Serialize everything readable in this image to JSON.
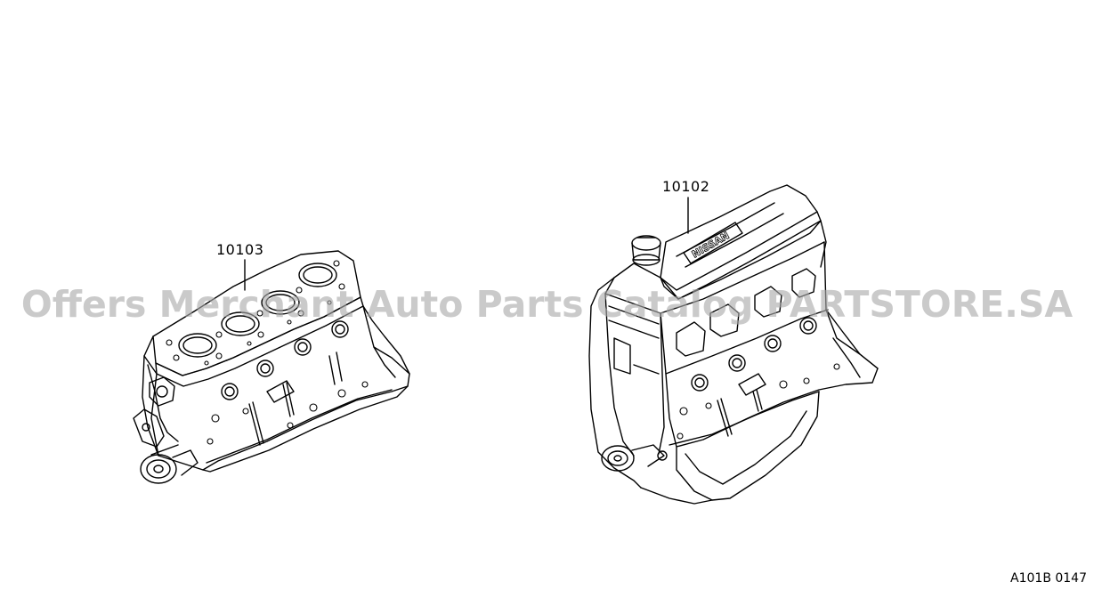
{
  "parts": [
    {
      "id": "short-block",
      "number": "10103"
    },
    {
      "id": "bare-engine",
      "number": "10102"
    }
  ],
  "engine_cover_lettering": "NISSAN",
  "watermark": "Offers Merchant Auto Parts Catalog PARTSTORE.SA",
  "diagram_code": "A101B 0147",
  "colors": {
    "line": "#000000",
    "background": "#ffffff",
    "watermark": "#aaaaaa"
  }
}
